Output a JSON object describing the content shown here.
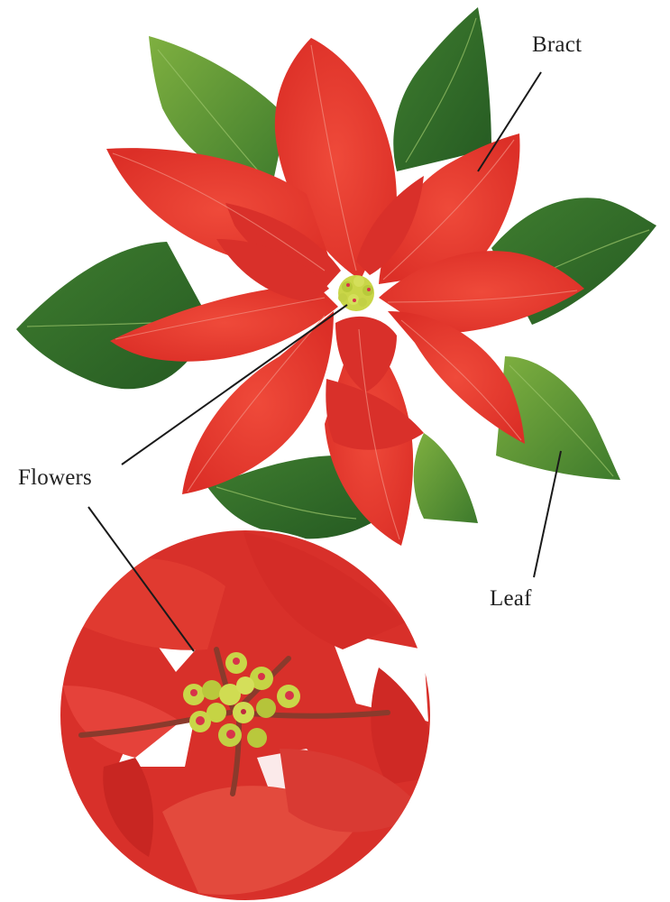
{
  "labels": {
    "bract": "Bract",
    "flowers": "Flowers",
    "leaf": "Leaf"
  },
  "colors": {
    "bract_red": "#e63a2e",
    "bract_dark_red": "#c41f1c",
    "bract_vein": "#f07a6c",
    "leaf_green": "#2f6b2a",
    "leaf_light_green": "#6fa63a",
    "flower_yellow": "#c9d648",
    "flower_tip_red": "#d8334a",
    "stem": "#8a3a2c",
    "leader_line": "#1a1a1a"
  },
  "icons": {
    "plant": "poinsettia-plant-icon",
    "closeup": "flower-cluster-closeup-icon"
  }
}
